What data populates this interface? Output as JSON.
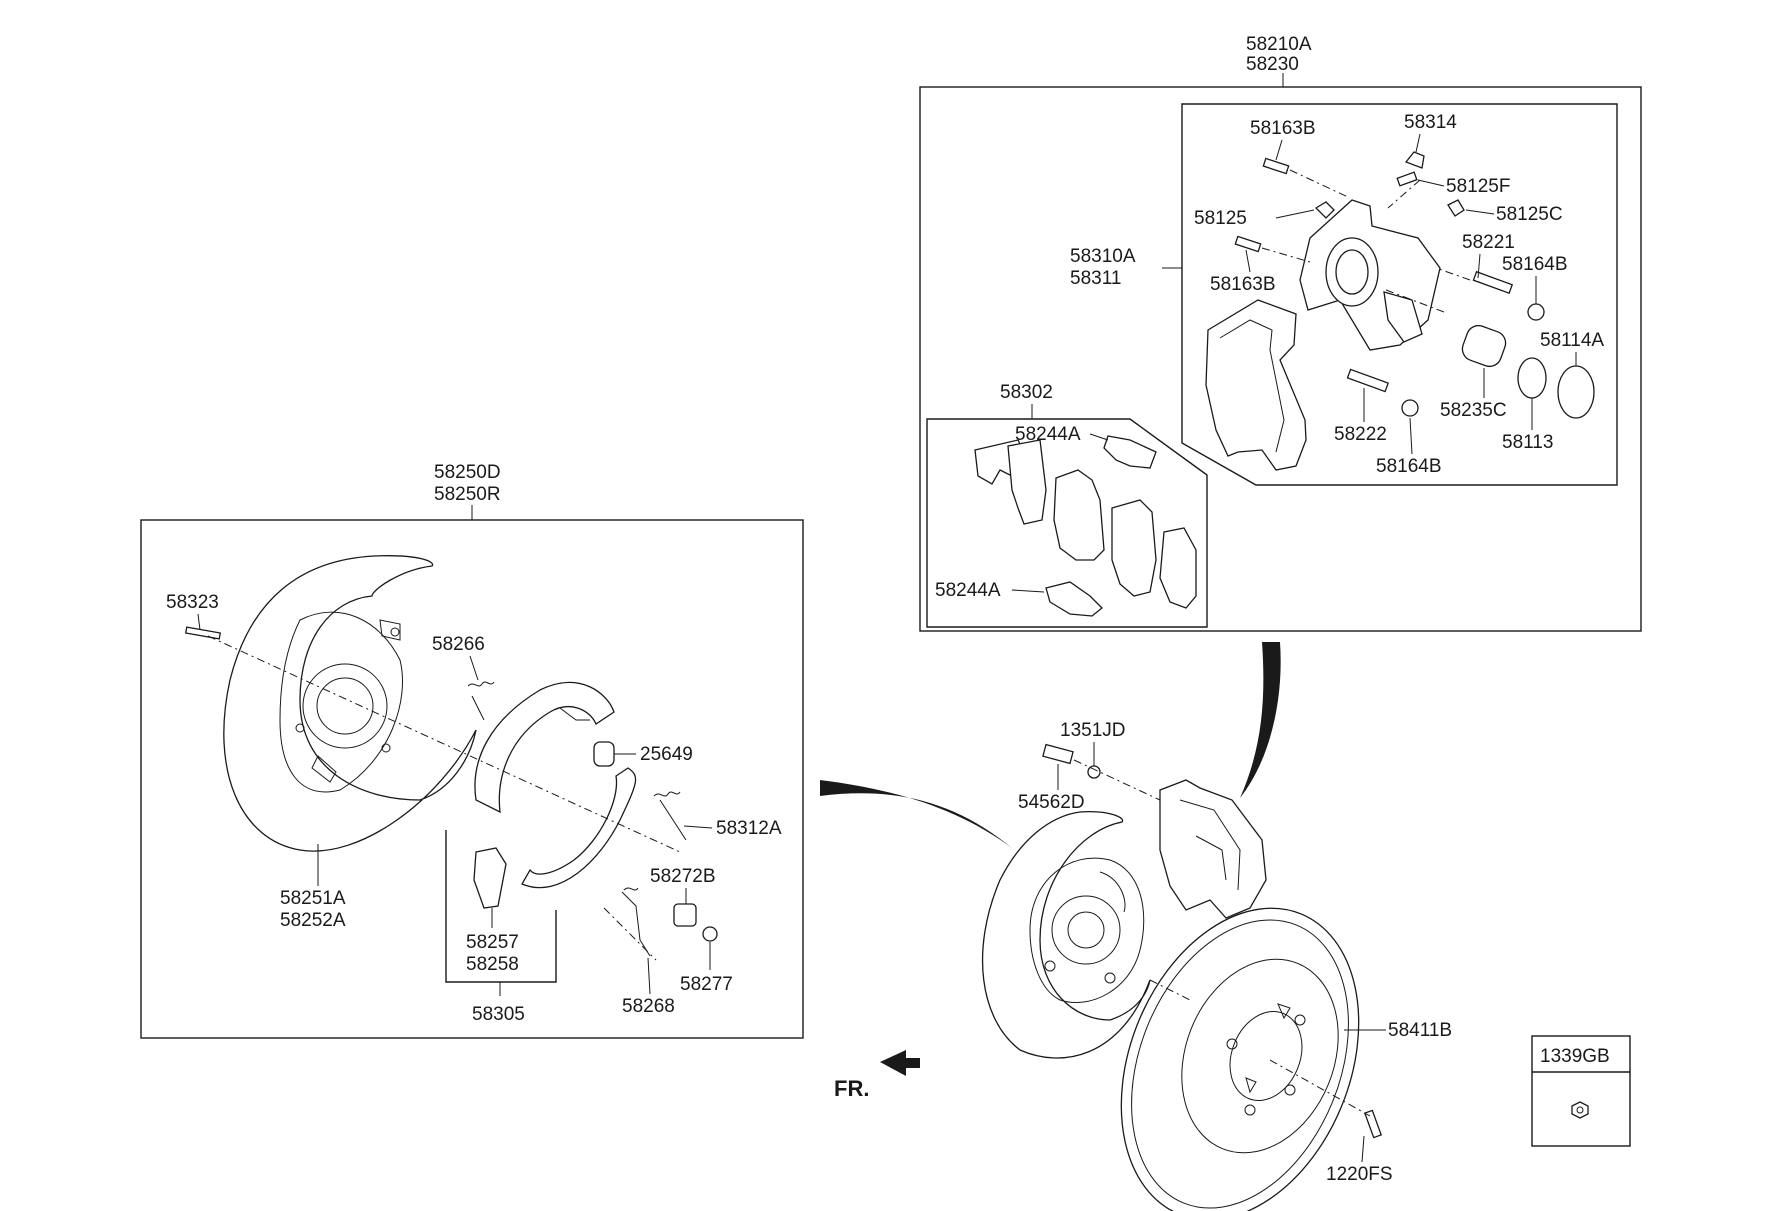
{
  "diagram": {
    "caliper_group": {
      "header_labels": [
        "58210A",
        "58230"
      ],
      "parts": {
        "p58163B_top": "58163B",
        "p58314": "58314",
        "p58125F": "58125F",
        "p58125": "58125",
        "p58125C": "58125C",
        "p58221": "58221",
        "p58164B_top": "58164B",
        "p58310A": "58310A",
        "p58311": "58311",
        "p58163B_mid": "58163B",
        "p58114A": "58114A",
        "p58235C": "58235C",
        "p58222": "58222",
        "p58113": "58113",
        "p58164B_bot": "58164B"
      }
    },
    "pad_group": {
      "header_label": "58302",
      "parts": {
        "p58244A_top": "58244A",
        "p58244A_bot": "58244A"
      }
    },
    "shoe_group": {
      "header_labels": [
        "58250D",
        "58250R"
      ],
      "parts": {
        "p58323": "58323",
        "p58266": "58266",
        "p25649": "25649",
        "p58312A": "58312A",
        "p58272B": "58272B",
        "p58251A": "58251A",
        "p58252A": "58252A",
        "p58257": "58257",
        "p58258": "58258",
        "p58277": "58277",
        "p58268": "58268",
        "p58305": "58305"
      }
    },
    "assembly_parts": {
      "p1351JD": "1351JD",
      "p54562D": "54562D",
      "p58411B": "58411B",
      "p1220FS": "1220FS",
      "p1339GB": "1339GB"
    },
    "direction_label": "FR."
  }
}
